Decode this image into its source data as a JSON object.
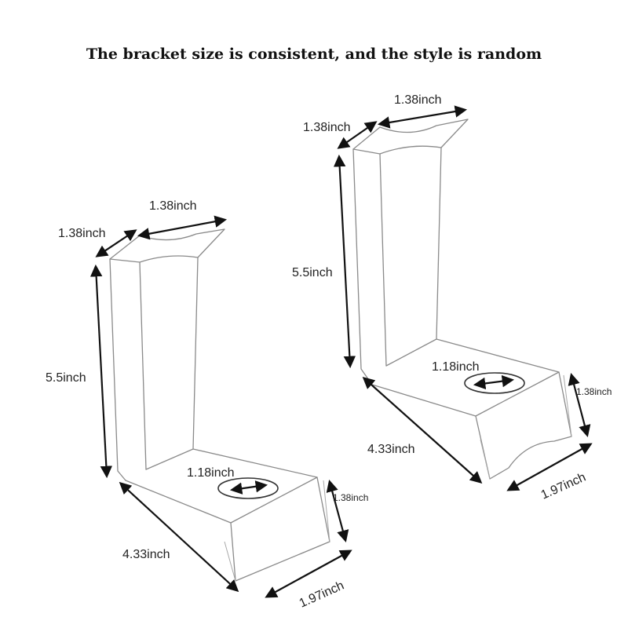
{
  "title": "The bracket size is consistent, and the style is random",
  "dimensions": {
    "top_width": "1.38inch",
    "top_depth": "1.38inch",
    "height": "5.5inch",
    "hole": "1.18inch",
    "side_height": "1.38inch",
    "base_length": "4.33inch",
    "base_width": "1.97inch"
  },
  "colors": {
    "outline": "#8a8a8a",
    "arrow": "#111111",
    "text": "#222222"
  }
}
